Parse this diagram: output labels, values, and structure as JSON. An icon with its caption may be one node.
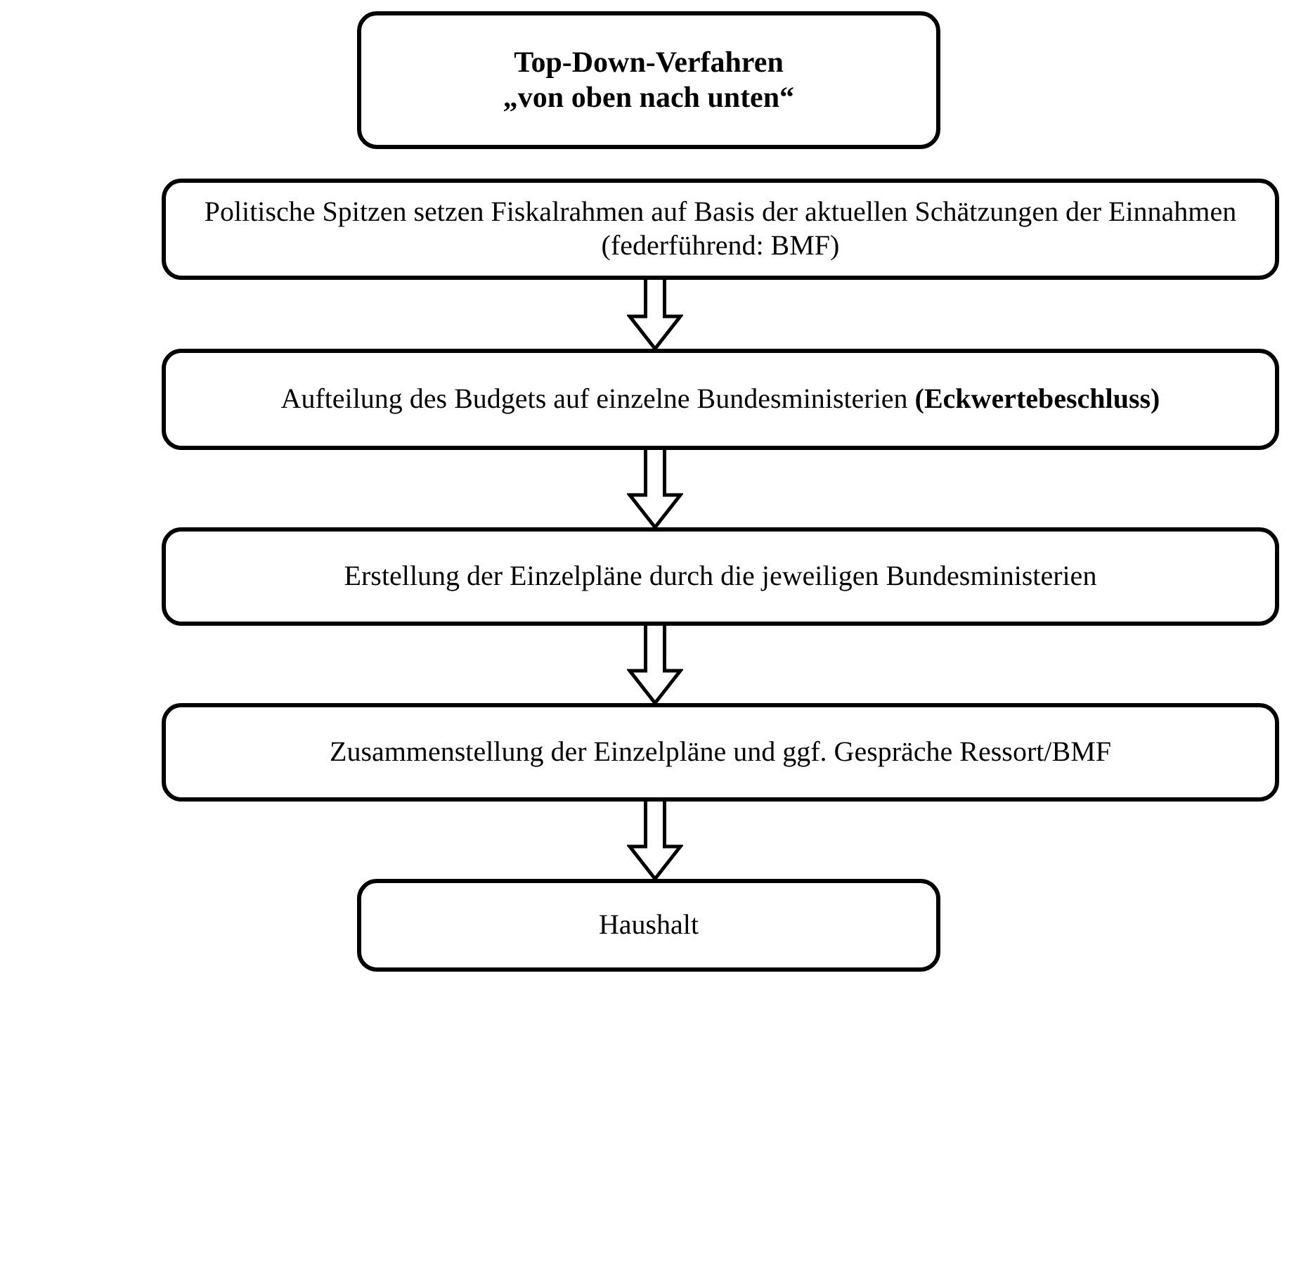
{
  "diagram": {
    "nodes": [
      {
        "text": [
          "Top-Down-Verfahren „von oben nach unten“"
        ]
      },
      {
        "text": [
          "Politische Spitzen setzen Fiskalrahmen auf Basis der aktuellen Schätzungen der Einnahmen (federführend: BMF)"
        ]
      },
      {
        "text": [
          "Aufteilung des Budgets auf einzelne Bundesministerien **(Eckwertebeschluss)**"
        ]
      },
      {
        "text": [
          "Erstellung der Einzelpläne durch die jeweiligen Bundesministerien"
        ]
      },
      {
        "text": [
          "Zusammenstellung der Einzelpläne und ggf. Gespräche Ressort/BMF"
        ]
      },
      {
        "text": [
          "Haushalt"
        ]
      }
    ],
    "edges": [
      {
        "from": 1,
        "to": 2,
        "arrow": "to"
      },
      {
        "from": 2,
        "to": 3,
        "arrow": "to"
      },
      {
        "from": 3,
        "to": 4,
        "arrow": "to"
      },
      {
        "from": 4,
        "to": 5,
        "arrow": "to"
      }
    ]
  }
}
